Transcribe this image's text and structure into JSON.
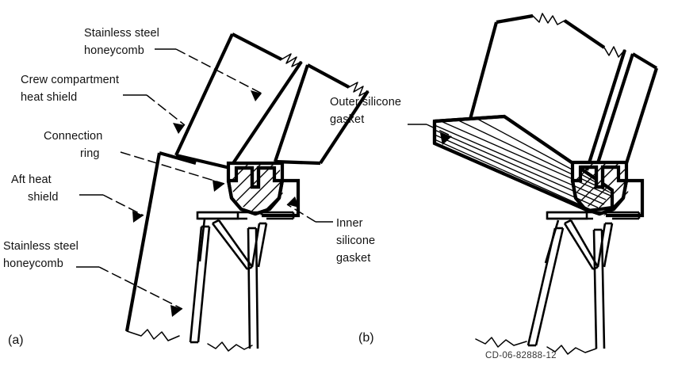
{
  "figure": {
    "title": "Crew compartment / aft heat shield connection ring joint",
    "background_color": "#ffffff",
    "ink_color": "#000000",
    "drawing_code": "CD-06-82888-12"
  },
  "panels": [
    {
      "id": "a",
      "label": "(a)",
      "name": "panel-a-inner-gasket-configuration"
    },
    {
      "id": "b",
      "label": "(b)",
      "name": "panel-b-outer-gasket-configuration"
    }
  ],
  "annotations": {
    "panel_a": [
      {
        "key": "stainless_steel_honeycomb_upper",
        "lines": [
          "Stainless steel",
          "honeycomb"
        ],
        "line1": "Stainless steel",
        "line2": "honeycomb"
      },
      {
        "key": "crew_compartment_heat_shield",
        "lines": [
          "Crew compartment",
          "heat shield"
        ],
        "line1": "Crew compartment",
        "line2": "heat shield"
      },
      {
        "key": "connection_ring",
        "lines": [
          "Connection",
          "ring"
        ],
        "line1": "Connection",
        "line2": "ring"
      },
      {
        "key": "aft_heat_shield",
        "lines": [
          "Aft heat",
          "shield"
        ],
        "line1": "Aft heat",
        "line2": "shield"
      },
      {
        "key": "stainless_steel_honeycomb_lower",
        "lines": [
          "Stainless steel",
          "honeycomb"
        ],
        "line1": "Stainless steel",
        "line2": "honeycomb"
      },
      {
        "key": "inner_silicone_gasket",
        "lines": [
          "Inner",
          "silicone",
          "gasket"
        ],
        "line1": "Inner",
        "line2": "silicone",
        "line3": "gasket"
      }
    ],
    "panel_b": [
      {
        "key": "outer_silicone_gasket",
        "lines": [
          "Outer silicone",
          "gasket"
        ],
        "line1": "Outer silicone",
        "line2": "gasket"
      }
    ]
  }
}
